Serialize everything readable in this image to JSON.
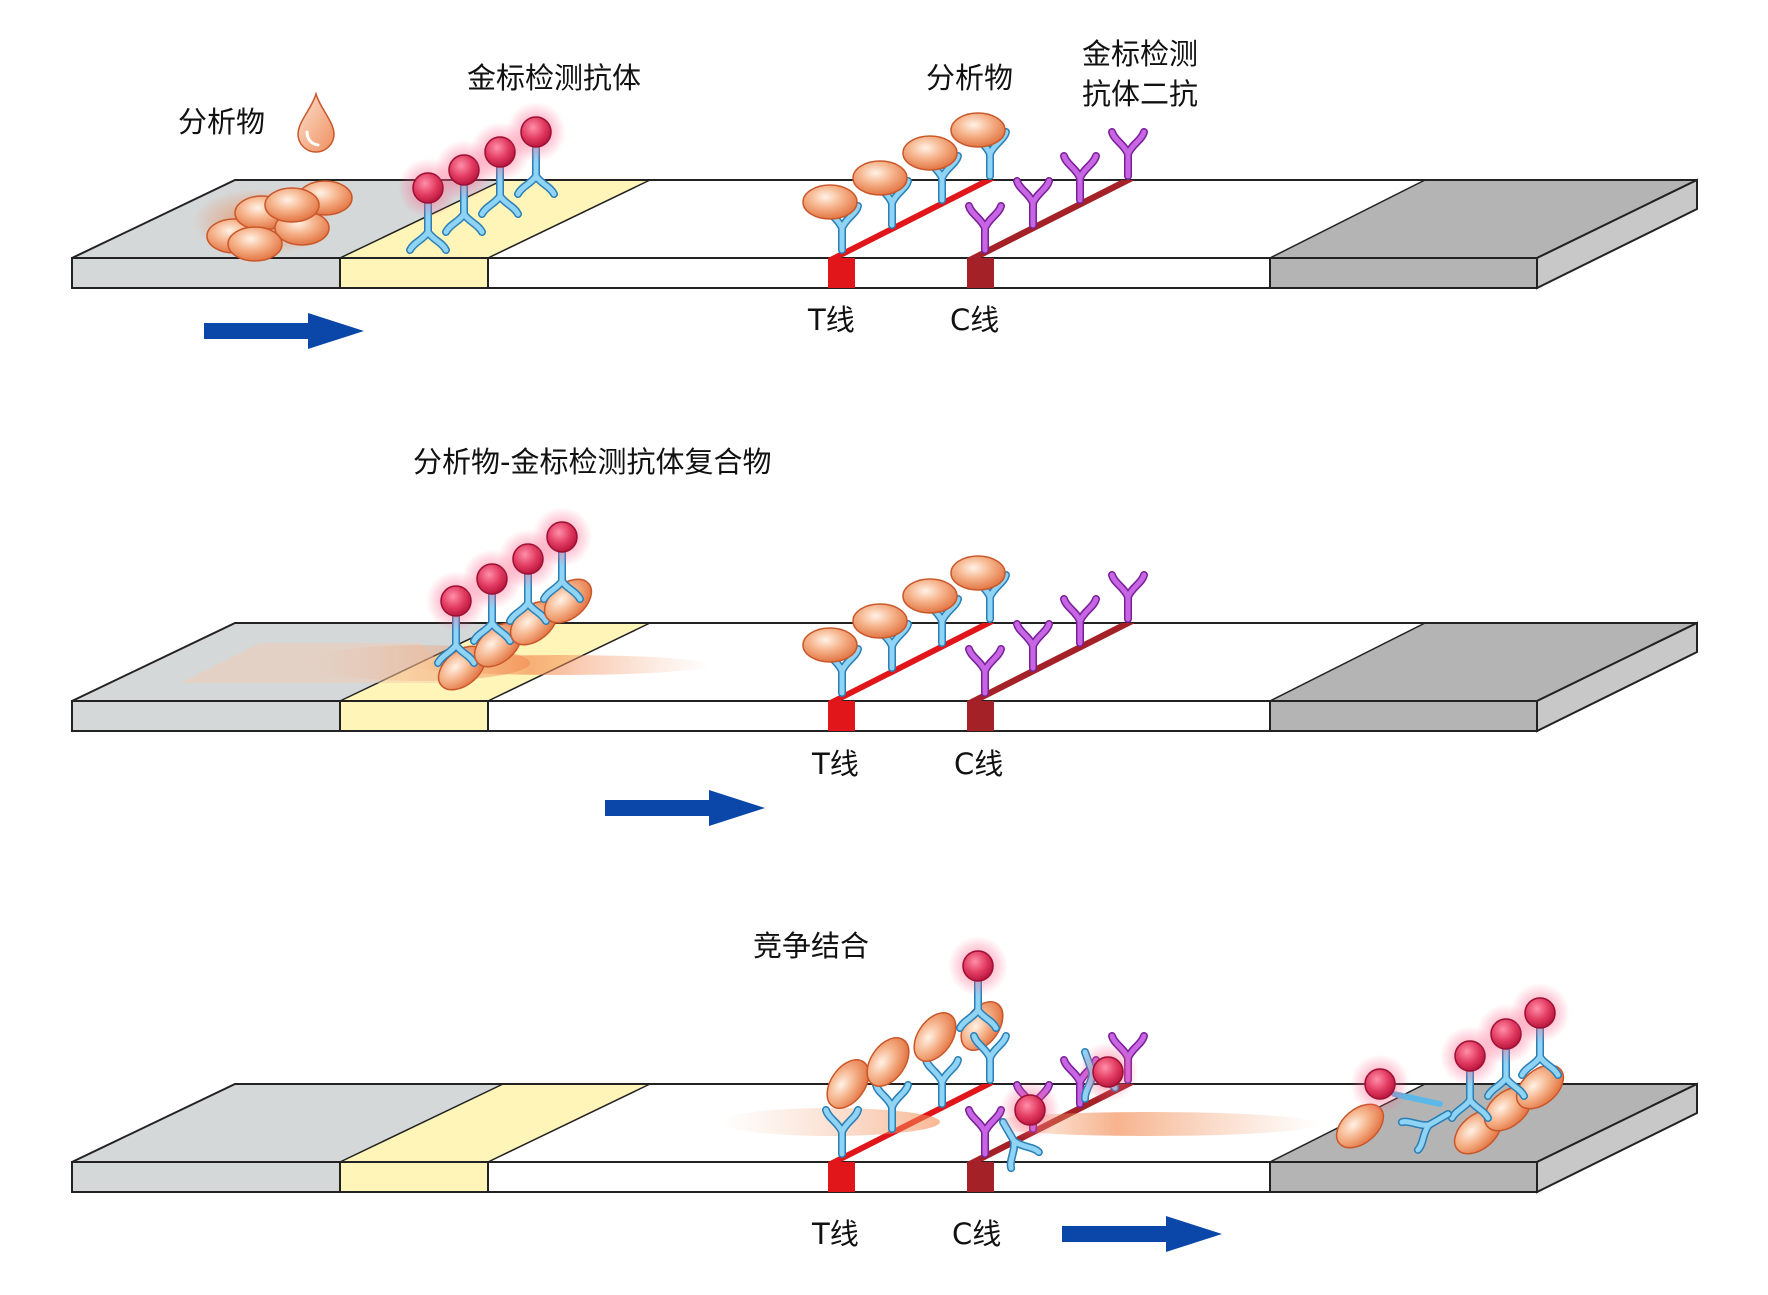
{
  "panel1": {
    "sample_label": "分析物",
    "conjugate_label": "金标检测抗体",
    "analyte_label": "分析物",
    "secondary_label_line1": "金标检测",
    "secondary_label_line2": "抗体二抗",
    "t_line": "T线",
    "c_line": "C线"
  },
  "panel2": {
    "complex_label": "分析物-金标检测抗体复合物",
    "t_line": "T线",
    "c_line": "C线"
  },
  "panel3": {
    "competition_label": "竞争结合",
    "t_line": "T线",
    "c_line": "C线"
  },
  "colors": {
    "sample_pad": "#d5d8d9",
    "conjugate_pad": "#fff5b8",
    "membrane": "#ffffff",
    "absorbent_pad": "#b4b4b4",
    "t_line": "#e0161b",
    "c_line": "#a52128",
    "primary_antibody": "#5bb8e8",
    "secondary_antibody": "#a436c8",
    "gold": "#d9244f",
    "analyte": "#f29a6c",
    "arrow": "#0b47a8"
  }
}
